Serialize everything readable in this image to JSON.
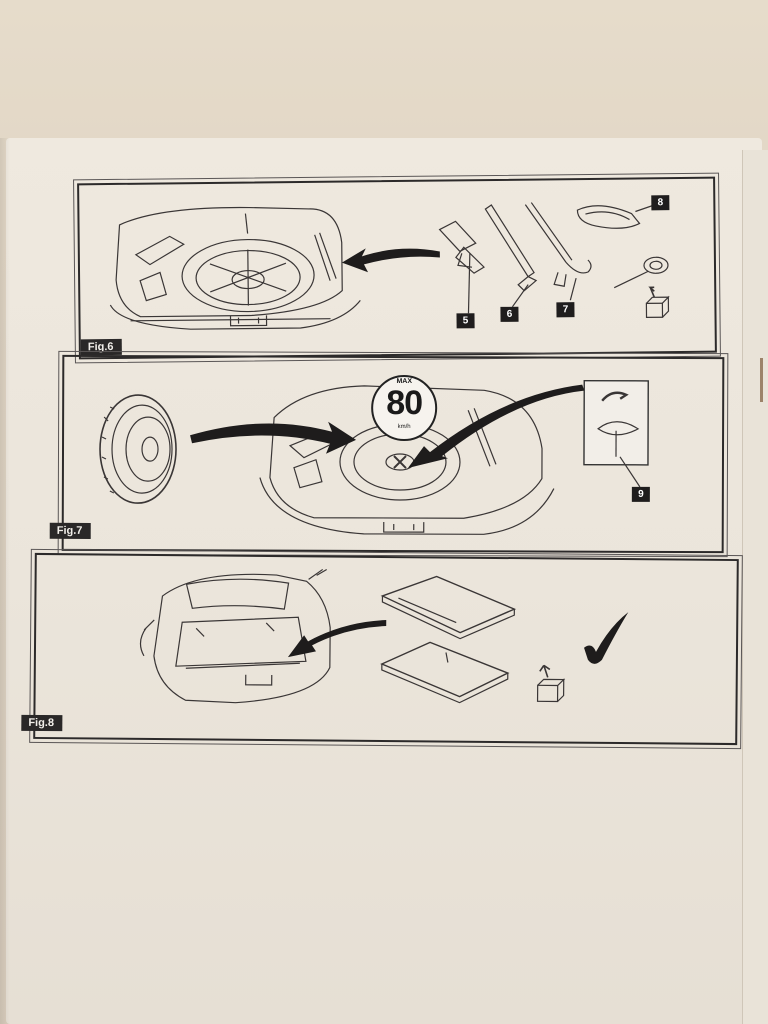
{
  "figures": [
    {
      "label": "Fig.6",
      "callouts": [
        "5",
        "6",
        "7",
        "8"
      ]
    },
    {
      "label": "Fig.7",
      "callouts": [
        "9"
      ],
      "gauge": {
        "max_label": "MAX",
        "value": "80",
        "unit": "km/h"
      }
    },
    {
      "label": "Fig.8",
      "callouts": []
    }
  ],
  "colors": {
    "ink": "#2a2828",
    "paper": "#ece6dc",
    "background": "#e2d7c6"
  }
}
